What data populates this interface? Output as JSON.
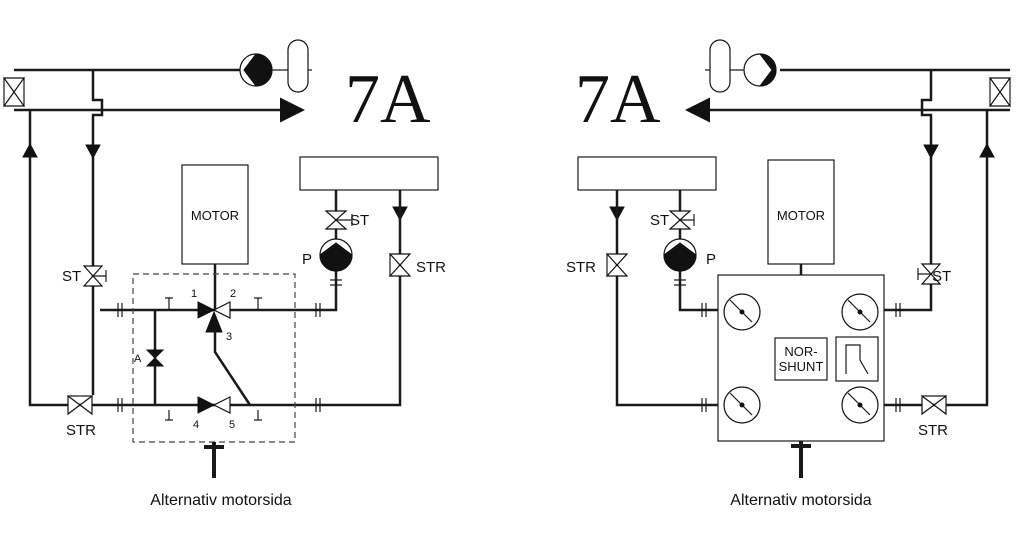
{
  "left": {
    "code": "7A",
    "motor_label": "MOTOR",
    "labels": {
      "st_left": "ST",
      "st_right": "ST",
      "pump": "P",
      "str_right": "STR",
      "str_bottom": "STR"
    },
    "ports": {
      "p1": "1",
      "p2": "2",
      "p3": "3",
      "p4": "4",
      "p5": "5",
      "pa": "A"
    },
    "caption": "Alternativ motorsida"
  },
  "right": {
    "code": "7A",
    "motor_label": "MOTOR",
    "shunt_line1": "NOR-",
    "shunt_line2": "SHUNT",
    "labels": {
      "st_left": "ST",
      "st_right": "ST",
      "pump": "P",
      "str_left": "STR",
      "str_bottom": "STR"
    },
    "caption": "Alternativ motorsida"
  },
  "icons": [
    "pump-icon",
    "expansion-tank-icon",
    "valve-icon",
    "strainer-icon",
    "gauge-icon",
    "arrow-icon"
  ]
}
